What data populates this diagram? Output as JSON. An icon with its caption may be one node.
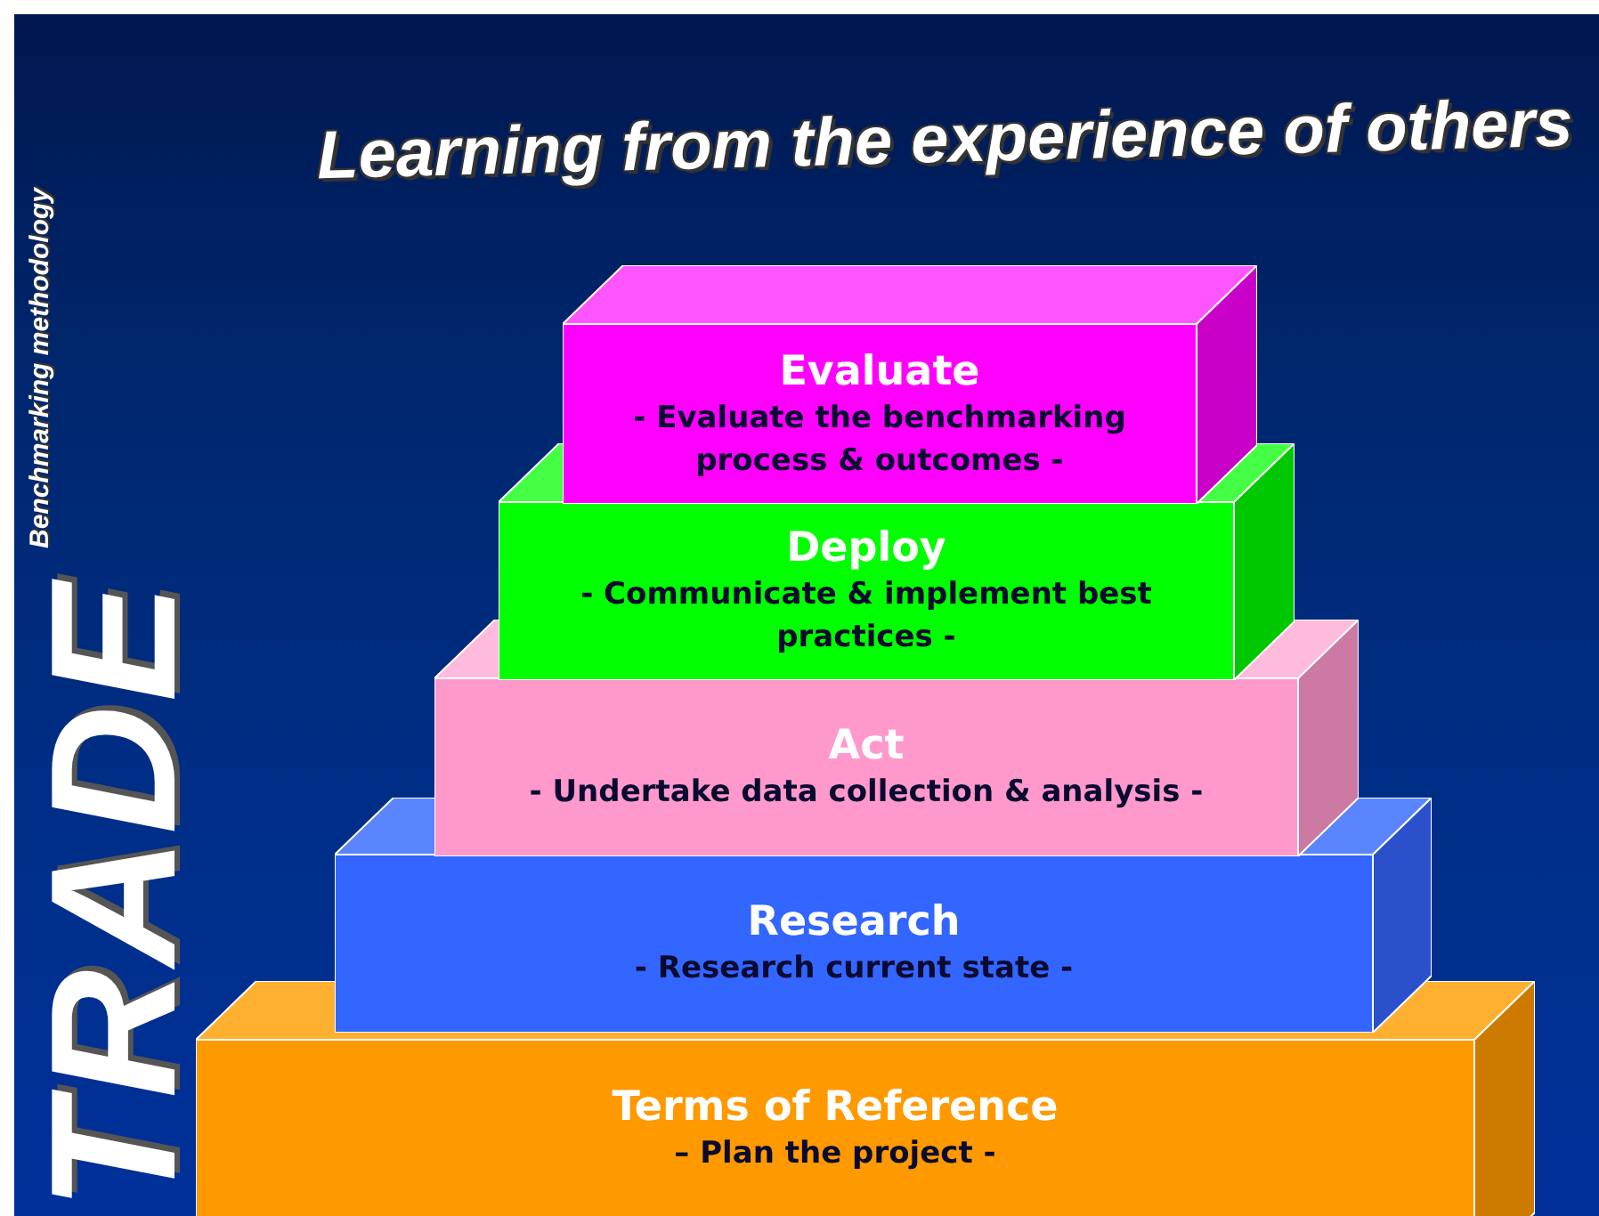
{
  "diagram": {
    "title": "Learning from the experience of others",
    "nodes": [
      {
        "text": [
          "Evaluate",
          "- Evaluate the benchmarking process & outcomes -"
        ]
      },
      {
        "text": [
          "Deploy",
          "- Communicate & implement best practices -"
        ]
      },
      {
        "text": [
          "Act",
          "- Undertake data collection & analysis -"
        ]
      },
      {
        "text": [
          "Research",
          "- Research current state -"
        ]
      },
      {
        "text": [
          "Terms of Reference",
          "– Plan the project -"
        ]
      }
    ],
    "labels": [
      "Benchmarking methodology",
      "TRADE"
    ]
  }
}
